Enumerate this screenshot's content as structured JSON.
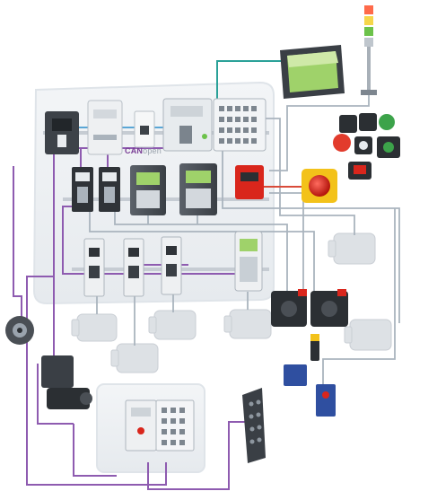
{
  "network_label": {
    "prefix": "CAN",
    "suffix": "open"
  },
  "colors": {
    "canopen_cable": "#8e5bb0",
    "ethernet_cable": "#2aa198",
    "power_cable": "#5aa6d6",
    "safety_cable": "#d94b3a",
    "io_cable": "#b8c2cc",
    "cabinet_panel": "#eef1f4",
    "product_gray": "#4a4f55",
    "motor_ghost": "#d8dde2",
    "screen_green": "#9fd26a",
    "emergency_red": "#d9261c",
    "emergency_yellow": "#f3c21a"
  },
  "devices": [
    "circuit-breaker",
    "power-supply",
    "mini-breaker",
    "plc-controller",
    "hmi-touch-panel",
    "tower-light",
    "pushbutton-station",
    "safety-module",
    "emergency-stop-box",
    "servo-drive",
    "variable-speed-drive",
    "motor-starter",
    "communication-module",
    "servo-motor",
    "ac-motor",
    "rotary-encoder",
    "integrated-drive-motor",
    "inductive-sensor",
    "photoelectric-sensor",
    "distributed-io-block",
    "remote-io-station"
  ]
}
